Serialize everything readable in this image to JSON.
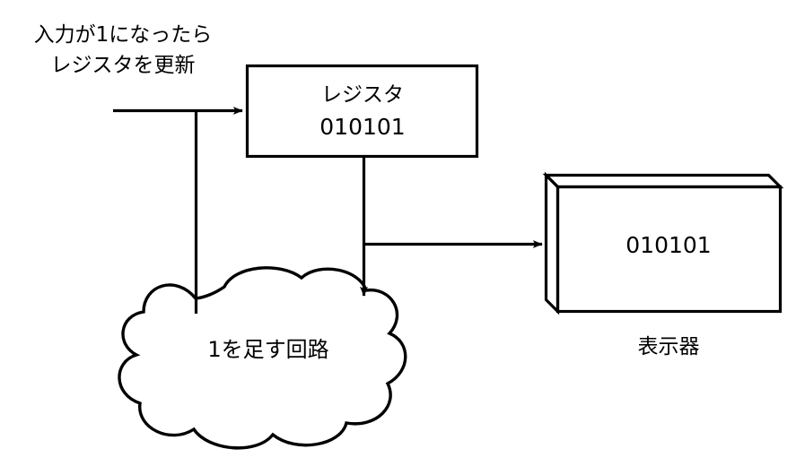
{
  "diagram": {
    "title_annotation": {
      "line1": "入力が1になったら",
      "line2": "レジスタを更新"
    },
    "register_block": {
      "label": "レジスタ",
      "value": "010101",
      "shape": "rectangle",
      "stroke_color": "#000000",
      "fill_color": "#ffffff"
    },
    "circuit_block": {
      "label": "1を足す回路",
      "shape": "cloud",
      "stroke_color": "#000000",
      "fill_color": "#ffffff"
    },
    "display_block": {
      "value": "010101",
      "caption": "表示器",
      "shape": "cuboid",
      "stroke_color": "#000000",
      "face_fill": "#ffffff",
      "side_fill": "#ececec"
    },
    "connections": [
      {
        "name": "input-to-register",
        "from": "input",
        "to": "register_block",
        "arrow": true
      },
      {
        "name": "input-branch-to-circuit",
        "from": "input",
        "to": "circuit_block",
        "arrow": false
      },
      {
        "name": "register-to-display",
        "from": "register_block",
        "to": "display_block",
        "arrow": true
      },
      {
        "name": "register-to-circuit",
        "from": "register_block",
        "to": "circuit_block",
        "arrow": true
      }
    ]
  }
}
